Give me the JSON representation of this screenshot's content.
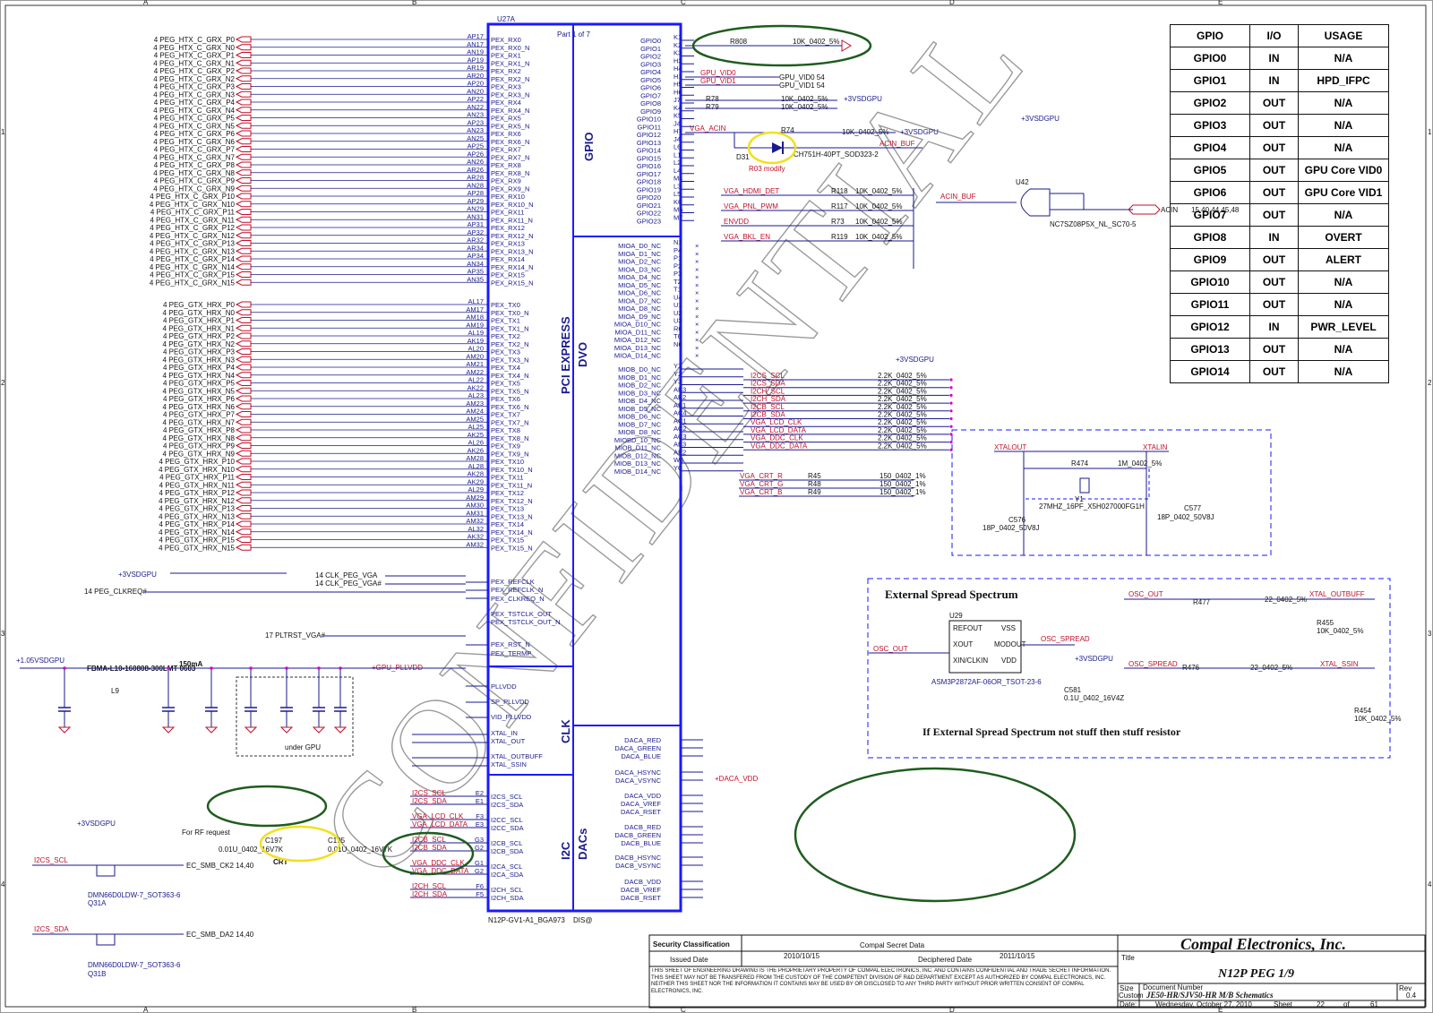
{
  "ic": {
    "ref": "U27A",
    "part": "Part 1 of 7",
    "footer": "N12P-GV1-A1_BGA973",
    "footer_dis": "DIS@",
    "sections_right": [
      "GPIO",
      "PCI EXPRESS",
      "DVO",
      "CLK",
      "I2C",
      "DACs"
    ]
  },
  "peg_rx": {
    "nets": [
      "4 PEG_HTX_C_GRX_P0",
      "4 PEG_HTX_C_GRX_N0",
      "4 PEG_HTX_C_GRX_P1",
      "4 PEG_HTX_C_GRX_N1",
      "4 PEG_HTX_C_GRX_P2",
      "4 PEG_HTX_C_GRX_N2",
      "4 PEG_HTX_C_GRX_P3",
      "4 PEG_HTX_C_GRX_N3",
      "4 PEG_HTX_C_GRX_P4",
      "4 PEG_HTX_C_GRX_N4",
      "4 PEG_HTX_C_GRX_P5",
      "4 PEG_HTX_C_GRX_N5",
      "4 PEG_HTX_C_GRX_P6",
      "4 PEG_HTX_C_GRX_N6",
      "4 PEG_HTX_C_GRX_P7",
      "4 PEG_HTX_C_GRX_N7",
      "4 PEG_HTX_C_GRX_P8",
      "4 PEG_HTX_C_GRX_N8",
      "4 PEG_HTX_C_GRX_P9",
      "4 PEG_HTX_C_GRX_N9",
      "4 PEG_HTX_C_GRX_P10",
      "4 PEG_HTX_C_GRX_N10",
      "4 PEG_HTX_C_GRX_P11",
      "4 PEG_HTX_C_GRX_N11",
      "4 PEG_HTX_C_GRX_P12",
      "4 PEG_HTX_C_GRX_N12",
      "4 PEG_HTX_C_GRX_P13",
      "4 PEG_HTX_C_GRX_N13",
      "4 PEG_HTX_C_GRX_P14",
      "4 PEG_HTX_C_GRX_N14",
      "4 PEG_HTX_C_GRX_P15",
      "4 PEG_HTX_C_GRX_N15"
    ],
    "balls": [
      "AP17",
      "AN17",
      "AN19",
      "AP19",
      "AR19",
      "AR20",
      "AP20",
      "AN20",
      "AP22",
      "AN22",
      "AN23",
      "AP23",
      "AN23",
      "AN25",
      "AP25",
      "AP26",
      "AN26",
      "AR26",
      "AR28",
      "AN28",
      "AP28",
      "AP29",
      "AN29",
      "AN31",
      "AP31",
      "AP32",
      "AR32",
      "AR34",
      "AP34",
      "AN34",
      "AP35",
      "AN35"
    ],
    "pins": [
      "PEX_RX0",
      "PEX_RX0_N",
      "PEX_RX1",
      "PEX_RX1_N",
      "PEX_RX2",
      "PEX_RX2_N",
      "PEX_RX3",
      "PEX_RX3_N",
      "PEX_RX4",
      "PEX_RX4_N",
      "PEX_RX5",
      "PEX_RX5_N",
      "PEX_RX6",
      "PEX_RX6_N",
      "PEX_RX7",
      "PEX_RX7_N",
      "PEX_RX8",
      "PEX_RX8_N",
      "PEX_RX9",
      "PEX_RX9_N",
      "PEX_RX10",
      "PEX_RX10_N",
      "PEX_RX11",
      "PEX_RX11_N",
      "PEX_RX12",
      "PEX_RX12_N",
      "PEX_RX13",
      "PEX_RX13_N",
      "PEX_RX14",
      "PEX_RX14_N",
      "PEX_RX15",
      "PEX_RX15_N"
    ]
  },
  "peg_tx": {
    "nets": [
      "4 PEG_GTX_HRX_P0",
      "4 PEG_GTX_HRX_N0",
      "4 PEG_GTX_HRX_P1",
      "4 PEG_GTX_HRX_N1",
      "4 PEG_GTX_HRX_P2",
      "4 PEG_GTX_HRX_N2",
      "4 PEG_GTX_HRX_P3",
      "4 PEG_GTX_HRX_N3",
      "4 PEG_GTX_HRX_P4",
      "4 PEG_GTX_HRX_N4",
      "4 PEG_GTX_HRX_P5",
      "4 PEG_GTX_HRX_N5",
      "4 PEG_GTX_HRX_P6",
      "4 PEG_GTX_HRX_N6",
      "4 PEG_GTX_HRX_P7",
      "4 PEG_GTX_HRX_N7",
      "4 PEG_GTX_HRX_P8",
      "4 PEG_GTX_HRX_N8",
      "4 PEG_GTX_HRX_P9",
      "4 PEG_GTX_HRX_N9",
      "4 PEG_GTX_HRX_P10",
      "4 PEG_GTX_HRX_N10",
      "4 PEG_GTX_HRX_P11",
      "4 PEG_GTX_HRX_N11",
      "4 PEG_GTX_HRX_P12",
      "4 PEG_GTX_HRX_N12",
      "4 PEG_GTX_HRX_P13",
      "4 PEG_GTX_HRX_N13",
      "4 PEG_GTX_HRX_P14",
      "4 PEG_GTX_HRX_N14",
      "4 PEG_GTX_HRX_P15",
      "4 PEG_GTX_HRX_N15"
    ],
    "balls": [
      "AL17",
      "AM17",
      "AM18",
      "AM19",
      "AL19",
      "AK19",
      "AL20",
      "AM20",
      "AM21",
      "AM22",
      "AL22",
      "AK22",
      "AL23",
      "AM23",
      "AM24",
      "AM25",
      "AL25",
      "AK25",
      "AL26",
      "AK26",
      "AM28",
      "AL28",
      "AK28",
      "AK29",
      "AL29",
      "AM29",
      "AM30",
      "AM31",
      "AM32",
      "AL32",
      "AK32",
      "AM32"
    ],
    "pins": [
      "PEX_TX0",
      "PEX_TX0_N",
      "PEX_TX1",
      "PEX_TX1_N",
      "PEX_TX2",
      "PEX_TX2_N",
      "PEX_TX3",
      "PEX_TX3_N",
      "PEX_TX4",
      "PEX_TX4_N",
      "PEX_TX5",
      "PEX_TX5_N",
      "PEX_TX6",
      "PEX_TX6_N",
      "PEX_TX7",
      "PEX_TX7_N",
      "PEX_TX8",
      "PEX_TX8_N",
      "PEX_TX9",
      "PEX_TX9_N",
      "PEX_TX10",
      "PEX_TX10_N",
      "PEX_TX11",
      "PEX_TX11_N",
      "PEX_TX12",
      "PEX_TX12_N",
      "PEX_TX13",
      "PEX_TX13_N",
      "PEX_TX14",
      "PEX_TX14_N",
      "PEX_TX15",
      "PEX_TX15_N"
    ]
  },
  "gpio_pins": {
    "balls": [
      "K1",
      "K2",
      "K3",
      "H3",
      "H4",
      "H1",
      "H5",
      "H6",
      "J7",
      "K4",
      "K5",
      "J4",
      "H7",
      "J4",
      "L6",
      "L1",
      "L2",
      "L4",
      "M4",
      "L3",
      "L5",
      "K6",
      "M6",
      "M7"
    ],
    "pins": [
      "GPIO0",
      "GPIO1",
      "GPIO2",
      "GPIO3",
      "GPIO4",
      "GPIO5",
      "GPIO6",
      "GPIO7",
      "GPIO8",
      "GPIO9",
      "GPIO10",
      "GPIO11",
      "GPIO12",
      "GPIO13",
      "GPIO14",
      "GPIO15",
      "GPIO16",
      "GPIO17",
      "GPIO18",
      "GPIO19",
      "GPIO20",
      "GPIO21",
      "GPIO22",
      "GPIO23"
    ]
  },
  "dvo_pins": {
    "pins_a": [
      "MIOA_D0_NC",
      "MIOA_D1_NC",
      "MIOA_D2_NC",
      "MIOA_D3_NC",
      "MIOA_D4_NC",
      "MIOA_D5_NC",
      "MIOA_D6_NC",
      "MIOA_D7_NC",
      "MIOA_D8_NC",
      "MIOA_D9_NC",
      "MIOA_D10_NC",
      "MIOA_D11_NC",
      "MIOA_D12_NC",
      "MIOA_D13_NC",
      "MIOA_D14_NC"
    ],
    "balls_a": [
      "N1",
      "P4",
      "P1",
      "P2",
      "P3",
      "T2",
      "T1",
      "U4",
      "U1",
      "U2",
      "U3",
      "R6",
      "T6",
      "N6"
    ],
    "pins_b": [
      "MIOB_D0_NC",
      "MIOB_D1_NC",
      "MIOB_D2_NC",
      "MIOB_D3_NC",
      "MIOB_D4_NC",
      "MIOB_D5_NC",
      "MIOB_D6_NC",
      "MIOB_D7_NC",
      "MIOB_D8_NC",
      "MIOBD_10_NC",
      "MIOB_D11_NC",
      "MIOB_D12_NC",
      "MIOB_D13_NC",
      "MIOB_D14_NC"
    ],
    "balls_b": [
      "Y1",
      "Y2",
      "Y3",
      "AB3",
      "AB2",
      "AB1",
      "AC4",
      "AC1",
      "AC2",
      "AC3",
      "AE3",
      "AE2",
      "W6",
      "Y6"
    ]
  },
  "misc_labels": {
    "refclk": "PEX_REFCLK",
    "refclk_n": "PEX_REFCLK_N",
    "clkreq": "PEX_CLKREQ_N",
    "tstclk": "PEX_TSTCLK_OUT",
    "tstclk_n": "PEX_TSTCLK_OUT_N",
    "rst": "PEX_RST_N",
    "term": "PEX_TERMP",
    "pllvdd": "PLLVDD",
    "sp_pllvdd": "SP_PLLVDD",
    "vid_pllvdd": "VID_PLLVDD",
    "xtal_in": "XTAL_IN",
    "xtal_out": "XTAL_OUT",
    "xtal_outbuff": "XTAL_OUTBUFF",
    "xtal_ssin": "XTAL_SSIN",
    "clk_peg_vga": "14 CLK_PEG_VGA",
    "clk_peg_vga_n": "14 CLK_PEG_VGA#",
    "peg_clkreq": "14 PEG_CLKREQ#",
    "pltrst": "17 PLTRST_VGA#",
    "plus3vsdgpu": "+3VSDGPU",
    "plus105": "+1.05VSDGPU",
    "gpu_pllvdd": "+GPU_PLLVDD",
    "dacavdd": "+DACA_VDD",
    "ferrite": "FBMA-L10-160808-300LMT 0603",
    "ferrite_ref": "L9",
    "ma150": "150mA",
    "under_gpu": "under GPU",
    "for_rf": "For RF request",
    "crt": "CRT",
    "r03_modify": "R03 modify"
  },
  "i2c_pins": [
    "I2CS_SCL",
    "I2CS_SDA",
    "I2CC_SCL",
    "I2CC_SDA",
    "I2CB_SCL",
    "I2CB_SDA",
    "I2CA_SCL",
    "I2CA_SDA",
    "I2CH_SCL",
    "I2CH_SDA"
  ],
  "i2c_balls": [
    "E2",
    "E1",
    "F3",
    "E3",
    "G3",
    "G2",
    "G1",
    "G2",
    "F6",
    "F5"
  ],
  "i2c_nets": [
    "I2CS_SCL",
    "I2CS_SDA",
    "VGA_LCD_CLK",
    "VGA_LCD_DATA",
    "I2CB_SCL",
    "I2CB_SDA",
    "VGA_DDC_CLK",
    "VGA_DDC_DATA",
    "I2CH_SCL",
    "I2CH_SDA"
  ],
  "dac_pins": [
    "DACA_RED",
    "DACA_GREEN",
    "DACA_BLUE",
    "DACA_HSYNC",
    "DACA_VSYNC",
    "DACA_VDD",
    "DACA_VREF",
    "DACA_RSET",
    "DACB_RED",
    "DACB_GREEN",
    "DACB_BLUE",
    "DACB_HSYNC",
    "DACB_VSYNC",
    "DACB_VDD",
    "DACB_VREF",
    "DACB_RSET"
  ],
  "gpio_table": {
    "headers": [
      "GPIO",
      "I/O",
      "USAGE"
    ],
    "rows": [
      [
        "GPIO0",
        "IN",
        "N/A"
      ],
      [
        "GPIO1",
        "IN",
        "HPD_IFPC"
      ],
      [
        "GPIO2",
        "OUT",
        "N/A"
      ],
      [
        "GPIO3",
        "OUT",
        "N/A"
      ],
      [
        "GPIO4",
        "OUT",
        "N/A"
      ],
      [
        "GPIO5",
        "OUT",
        "GPU Core VID0"
      ],
      [
        "GPIO6",
        "OUT",
        "GPU Core VID1"
      ],
      [
        "GPIO7",
        "OUT",
        "N/A"
      ],
      [
        "GPIO8",
        "IN",
        "OVERT"
      ],
      [
        "GPIO9",
        "OUT",
        "ALERT"
      ],
      [
        "GPIO10",
        "OUT",
        "N/A"
      ],
      [
        "GPIO11",
        "OUT",
        "N/A"
      ],
      [
        "GPIO12",
        "IN",
        "PWR_LEVEL"
      ],
      [
        "GPIO13",
        "OUT",
        "N/A"
      ],
      [
        "GPIO14",
        "OUT",
        "N/A"
      ]
    ]
  },
  "right_block": {
    "gpio_vid": [
      "GPU_VID0",
      "GPU_VID1"
    ],
    "gpu_vid_ref": [
      "GPU_VID0  54",
      "GPU_VID1  54"
    ],
    "r808": "R808",
    "r808_val": "10K_0402_5%",
    "r78": "R78",
    "r79": "R79",
    "r_val_10k": "10K_0402_5%",
    "vga_acin": "VGA_ACIN",
    "r74": "R74",
    "d31": "D31",
    "d31_part": "CH751H-40PT_SOD323-2",
    "acin_buf": "ACIN_BUF",
    "u42": "U42",
    "u42_part": "NC7SZ08P5X_NL_SC70-5",
    "acin": "ACIN",
    "acin_ref": "15,40,44,45,48",
    "gpio_ctrl_nets": [
      "VGA_HDMI_DET",
      "VGA_PNL_PWM",
      "ENVDD",
      "VGA_BKL_EN"
    ],
    "gpio_ctrl_refs": [
      "R118",
      "R117",
      "R73",
      "R119"
    ],
    "i2c_pull_nets": [
      "I2CS_SCL",
      "I2CS_SDA",
      "I2CH_SCL",
      "I2CH_SDA",
      "I2CB_SCL",
      "I2CB_SDA",
      "VGA_LCD_CLK",
      "VGA_LCD_DATA",
      "VGA_DDC_CLK",
      "VGA_DDC_DATA"
    ],
    "i2c_pull_val": "2.2K_0402_5%",
    "crt_nets": [
      "VGA_CRT_R",
      "VGA_CRT_G",
      "VGA_CRT_B"
    ],
    "crt_val": "150_0402_1%",
    "crt_refs": [
      "R45",
      "R48",
      "R49"
    ],
    "xtalout": "XTALOUT",
    "xtalin": "XTALIN",
    "r474": "R474",
    "r474_val": "1M_0402_5%",
    "y1": "Y1",
    "y1_part": "27MHZ_16PF_X5H027000FG1H",
    "c576": "C576",
    "c577": "C577",
    "cap18p": "18P_0402_50V8J",
    "ess_title": "External Spread Spectrum",
    "u29": "U29",
    "u29_part": "ASM3P2872AF-06OR_TSOT-23-6",
    "u29_pins": [
      "REFOUT",
      "XOUT",
      "XIN/CLKIN",
      "VSS",
      "MODOUT",
      "VDD"
    ],
    "osc_out": "OSC_OUT",
    "osc_spread": "OSC_SPREAD",
    "xtal_outbuff": "XTAL_OUTBUFF",
    "xtal_ssin": "XTAL_SSIN",
    "r477": "R477",
    "r476": "R476",
    "r22": "22_0402_5%",
    "r455": "R455",
    "r454": "R454",
    "c581": "C581",
    "c581_val": "0.1U_0402_16V4Z",
    "ess_note": "If External Spread Spectrum not stuff then stuff resistor"
  },
  "title_block": {
    "security": "Security Classification",
    "secret": "Compal Secret Data",
    "issued_label": "Issued Date",
    "issued": "2010/10/15",
    "deciphered_label": "Deciphered Date",
    "deciphered": "2011/10/15",
    "company": "Compal Electronics, Inc.",
    "title_label": "Title",
    "title": "N12P PEG  1/9",
    "size_label": "Size",
    "size": "Custom",
    "docnum_label": "Document Number",
    "docnum": "JE50-HR/SJV50-HR M/B Schematics",
    "rev_label": "Rev",
    "rev": "0.4",
    "date_label": "Date:",
    "date": "Wednesday, October 27, 2010",
    "sheet_label": "Sheet",
    "sheet": "22",
    "of_label": "of",
    "of": "61",
    "disclaimer": "THIS SHEET OF ENGINEERING DRAWING IS THE PROPRIETARY PROPERTY OF COMPAL ELECTRONICS, INC. AND CONTAINS CONFIDENTIAL AND TRADE SECRET INFORMATION. THIS SHEET MAY NOT BE TRANSFERED FROM THE CUSTODY OF THE COMPETENT DIVISION OF R&D DEPARTMENT EXCEPT AS AUTHORIZED BY COMPAL ELECTRONICS, INC. NEITHER THIS SHEET NOR THE INFORMATION IT CONTAINS MAY BE USED BY OR DISCLOSED TO ANY THIRD PARTY WITHOUT PRIOR WRITTEN CONSENT OF COMPAL ELECTRONICS, INC."
  },
  "watermark": "CONFIDENTIAL",
  "border_cols": [
    "A",
    "B",
    "C",
    "D",
    "E"
  ],
  "border_rows": [
    "1",
    "2",
    "3",
    "4"
  ],
  "bottom_left": {
    "q31a": "Q31A",
    "q31b": "Q31B",
    "q_part": "DMN66D0LDW-7_SOT363-6",
    "ec_ck": "EC_SMB_CK2  14,40",
    "ec_da": "EC_SMB_DA2  14,40",
    "i2cs_scl": "I2CS_SCL",
    "i2cs_sda": "I2CS_SDA",
    "c197": "C197",
    "c195": "C195",
    "cap_val": "0.01U_0402_16V7K"
  },
  "colors": {
    "wire": "#1a1a8c",
    "ic_border": "#1a1aff",
    "net_red": "#c0102a",
    "junction": "#d400d4",
    "highlight_green": "#1f5c1f",
    "highlight_yellow": "#f0e020"
  }
}
